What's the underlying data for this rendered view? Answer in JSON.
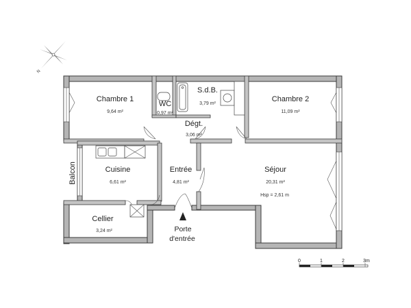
{
  "rooms": {
    "chambre1": {
      "name": "Chambre 1",
      "area": "9,64 m²"
    },
    "wc": {
      "name": "WC",
      "area": "0,97 m²"
    },
    "sdb": {
      "name": "S.d.B.",
      "area": "3,79 m²"
    },
    "chambre2": {
      "name": "Chambre 2",
      "area": "11,09 m²"
    },
    "degt": {
      "name": "Dégt.",
      "area": "3,06 m²"
    },
    "cuisine": {
      "name": "Cuisine",
      "area": "6,61 m²"
    },
    "entree": {
      "name": "Entrée",
      "area": "4,81 m²"
    },
    "sejour": {
      "name": "Séjour",
      "area": "20,31 m²",
      "extra": "Hsp = 2,61 m"
    },
    "cellier": {
      "name": "Cellier",
      "area": "3,24 m²"
    },
    "balcon": {
      "name": "Balcon"
    }
  },
  "entrance": {
    "line1": "Porte",
    "line2": "d'entrée"
  },
  "scale": {
    "ticks": [
      "0",
      "1",
      "2",
      "3m"
    ]
  },
  "compass": {
    "north_label": "N"
  }
}
